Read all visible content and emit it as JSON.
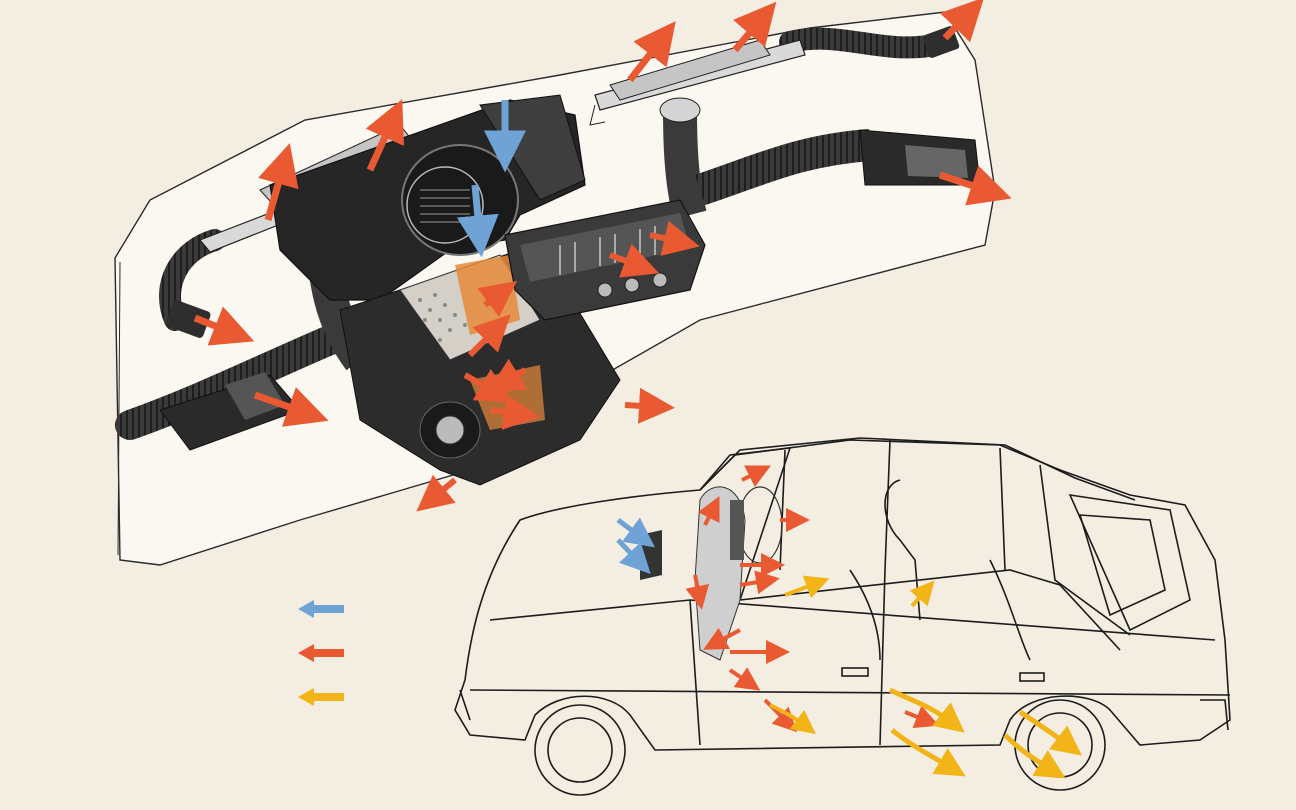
{
  "colors": {
    "paper": "#f3ede2",
    "ink": "#1c1c1c",
    "panel": "#fbf8f2",
    "duct_dark": "#2e2e2e",
    "duct_mid": "#5a5a5a",
    "duct_light": "#9a9a9a",
    "fresh_air": "#6fa3d6",
    "warm_air": "#ea5a32",
    "heated_air": "#f2b417",
    "heater_core": "#e58a3a"
  },
  "legend": [
    {
      "key": "fresh",
      "color": "#6fa3d6",
      "icon": "arrow-left-blue-icon"
    },
    {
      "key": "warm",
      "color": "#ea5a32",
      "icon": "arrow-left-red-icon"
    },
    {
      "key": "heated",
      "color": "#f2b417",
      "icon": "arrow-left-yellow-icon"
    }
  ]
}
